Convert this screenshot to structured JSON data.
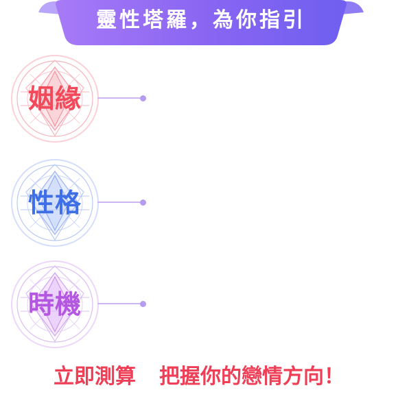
{
  "header": {
    "title": "靈性塔羅，為你指引",
    "colors": {
      "start": "#9b6cf6",
      "end": "#6d5ff0",
      "tab": "#b9a6fb"
    }
  },
  "items": [
    {
      "label": "姻緣",
      "icon": "tarot-star-emblem-icon",
      "colors": {
        "text": "#f24a5a",
        "line": "#f6b5bd",
        "fill": "#fde7ea",
        "connector": "#c9b6f3",
        "dot": "#b59cf1"
      }
    },
    {
      "label": "性格",
      "icon": "tarot-star-emblem-icon",
      "colors": {
        "text": "#3f6fe6",
        "line": "#b9c9f6",
        "fill": "#e5ecfd",
        "connector": "#c9b6f3",
        "dot": "#b59cf1"
      }
    },
    {
      "label": "時機",
      "icon": "tarot-star-emblem-icon",
      "colors": {
        "text": "#b457e0",
        "line": "#dcbdf3",
        "fill": "#f5e6fd",
        "connector": "#c9b6f3",
        "dot": "#b59cf1"
      }
    }
  ],
  "cta": {
    "part1": "立即測算",
    "part2": "把握你的戀情方向！",
    "color": "#ee3f57"
  }
}
